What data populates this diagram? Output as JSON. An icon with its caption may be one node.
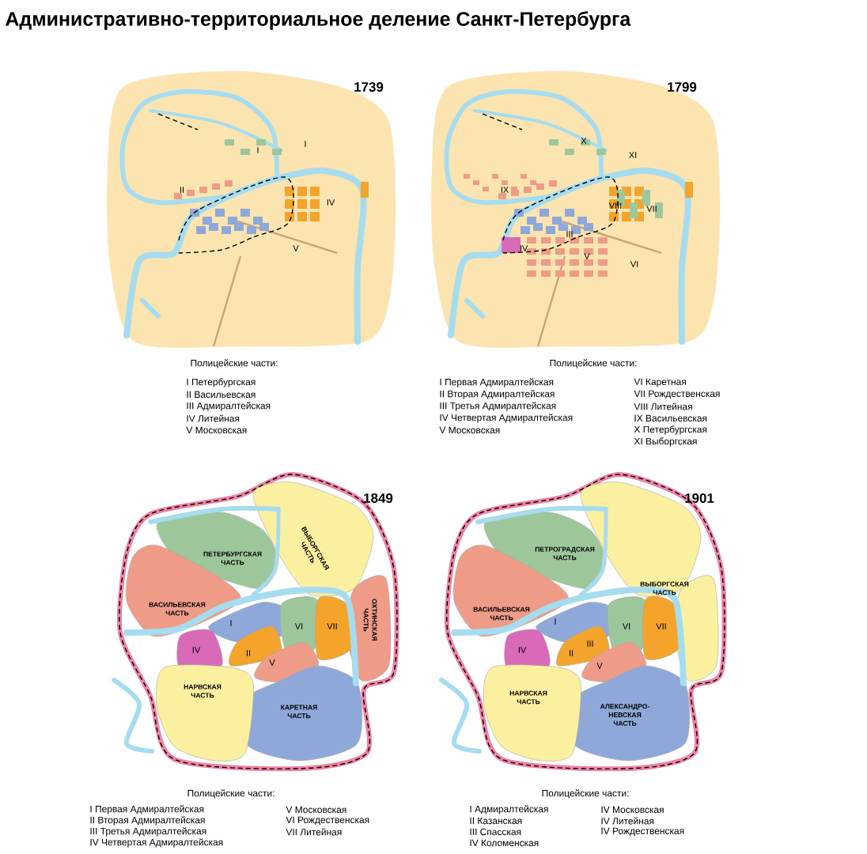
{
  "diagram": {
    "title": "Административно-территориальное деление Санкт-Петербурга",
    "labels": [
      "1739",
      "1799",
      "I",
      "I",
      "II",
      "IV",
      "V",
      "X",
      "XI",
      "IX",
      "VIII",
      "VII",
      "III",
      "IV",
      "V",
      "VI",
      "Полицейские части:",
      "I Петербургская",
      "II Васильевская",
      "III Адмиралтейская",
      "IV Литейная",
      "V Московская",
      "Полицейские части:",
      "I Первая Адмиралтейская",
      "II Вторая Адмиралтейская",
      "III Третья Адмиралтейская",
      "IV Четвертая Адмиралтейская",
      "V Московская",
      "VI Каретная",
      "VII Рождественская",
      "VIII Литейная",
      "IX Васильевская",
      "X Петербургская",
      "XI Выборгская",
      "1849",
      "1901",
      "ПЕТЕРБУРГСКАЯ ЧАСТЬ",
      "ВЫБОРГСКАЯ ЧАСТЬ",
      "ВАСИЛЬЕВСКАЯ ЧАСТЬ",
      "ОХТИНСКАЯ ЧАСТЬ",
      "I",
      "II",
      "IV",
      "V",
      "VI",
      "VII",
      "НАРВСКАЯ ЧАСТЬ",
      "КАРЕТНАЯ ЧАСТЬ",
      "ПЕТРОГРАДСКАЯ ЧАСТЬ",
      "ВЫБОРГСКАЯ ЧАСТЬ",
      "ВАСИЛЬЕВСКАЯ ЧАСТЬ",
      "I",
      "II",
      "III",
      "IV",
      "V",
      "VI",
      "VII",
      "НАРВСКАЯ ЧАСТЬ",
      "АЛЕКСАНДРО-НЕВСКАЯ ЧАСТЬ",
      "Полицейские части:",
      "I Первая Адмиралтейская",
      "II Вторая Адмиралтейская",
      "III Третья Адмиралтейская",
      "IV Четвертая Адмиралтейская",
      "V Московская",
      "VI Рождественская",
      "VII Литейная",
      "Полицейские части:",
      "I Адмиралтейская",
      "II Казанская",
      "III Спасская",
      "IV Коломенская",
      "IV Московская",
      "IV Литейная",
      "IV Рождественская"
    ]
  }
}
